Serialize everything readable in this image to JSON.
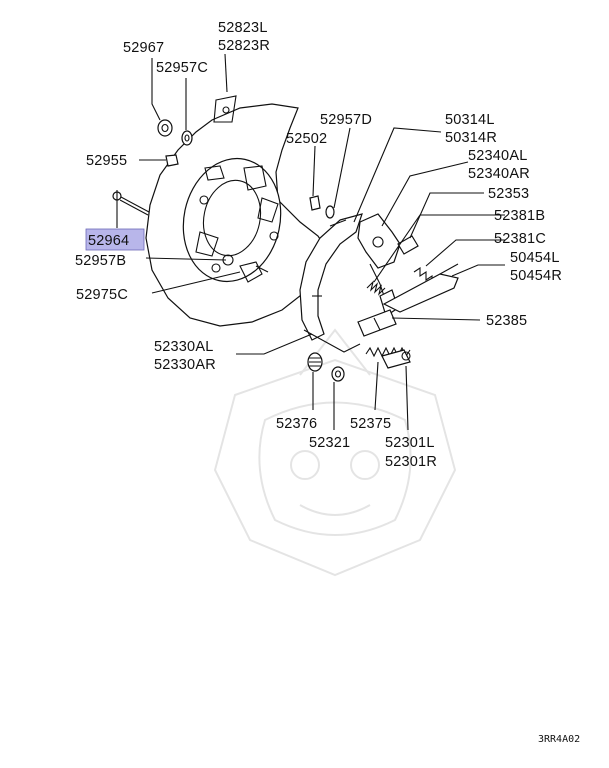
{
  "diagram": {
    "labels": {
      "p52823": [
        "52823L",
        "52823R"
      ],
      "p52967": "52967",
      "p52957C": "52957C",
      "p52957D": "52957D",
      "p50314": [
        "50314L",
        "50314R"
      ],
      "p52502": "52502",
      "p52340": [
        "52340AL",
        "52340AR"
      ],
      "p52955": "52955",
      "p52353": "52353",
      "p52381B": "52381B",
      "p52964": "52964",
      "p52381C": "52381C",
      "p52957B": "52957B",
      "p50454": [
        "50454L",
        "50454R"
      ],
      "p52975C": "52975C",
      "p52385": "52385",
      "p52330": [
        "52330AL",
        "52330AR"
      ],
      "p52376": "52376",
      "p52375": "52375",
      "p52321": "52321",
      "p52301": [
        "52301L",
        "52301R"
      ]
    },
    "highlighted": "52964",
    "highlight_color": "#b8b6ea",
    "figure_code": "3RR4A02"
  }
}
